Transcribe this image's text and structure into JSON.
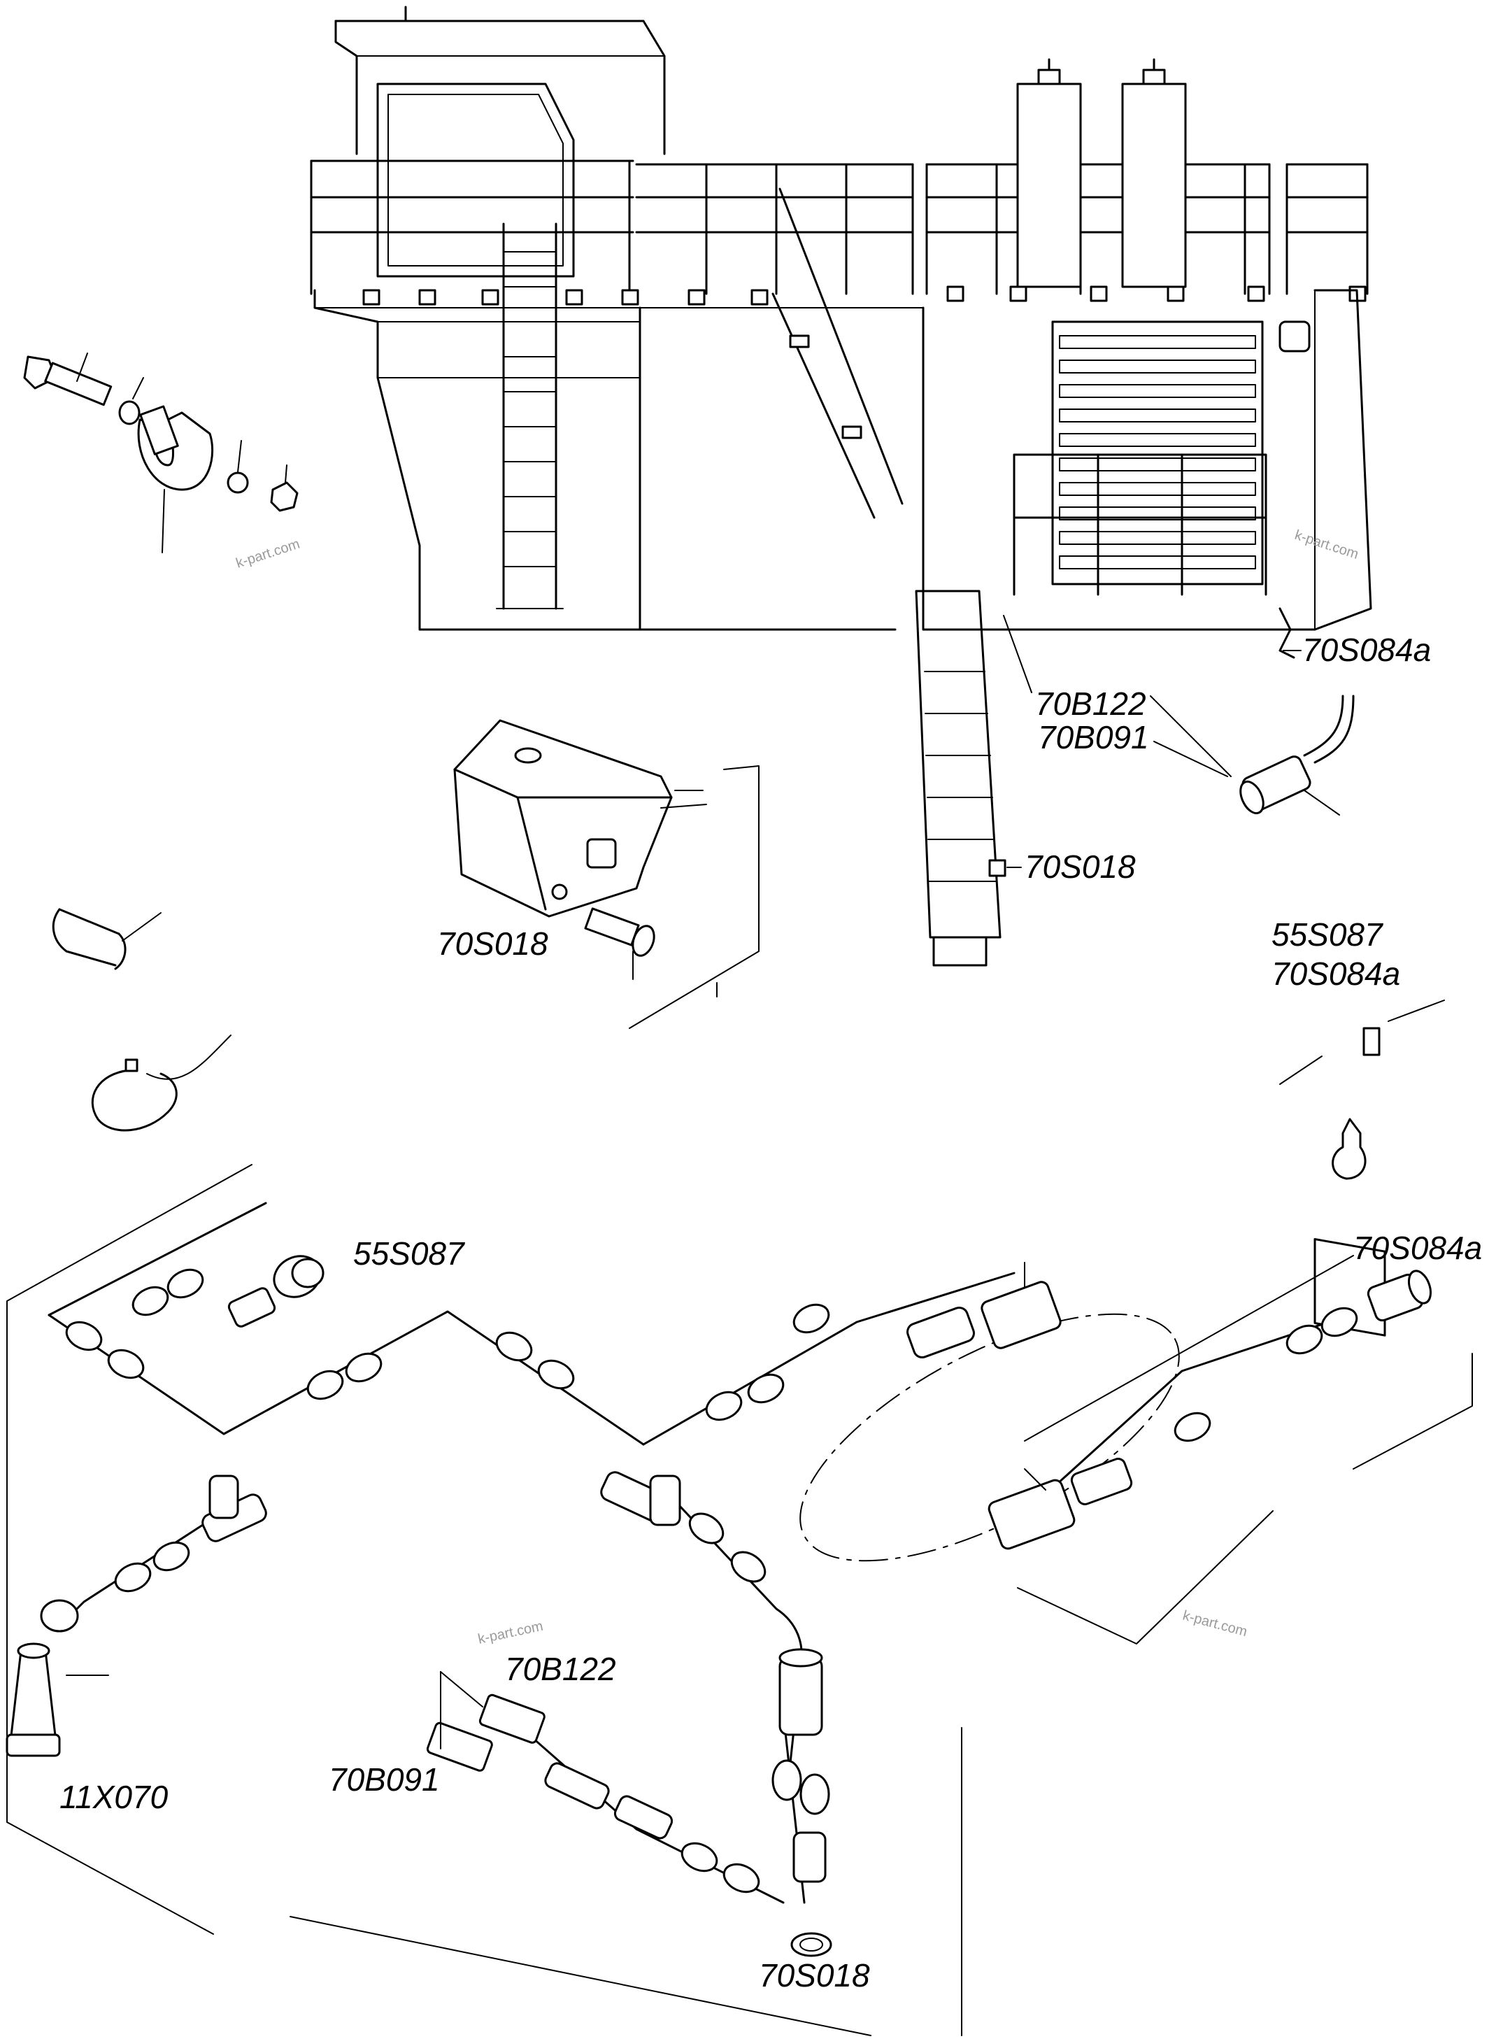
{
  "labels": {
    "l_70S084a_top": "70S084a",
    "l_70B122_top": "70B122",
    "l_70B091_top": "70B091",
    "l_70S018_top": "70S018",
    "l_70S018_box": "70S018",
    "l_55S087_mid": "55S087",
    "l_70S084a_mid": "70S084a",
    "l_55S087_harness": "55S087",
    "l_70S084a_harness": "70S084a",
    "l_70B122_harness": "70B122",
    "l_70B091_harness": "70B091",
    "l_11X070": "11X070",
    "l_70S018_bottom": "70S018"
  },
  "watermarks": {
    "wm1": "k-part.com",
    "wm2": "k-part.com",
    "wm3": "k-part.com",
    "wm4": "k-part.com"
  }
}
